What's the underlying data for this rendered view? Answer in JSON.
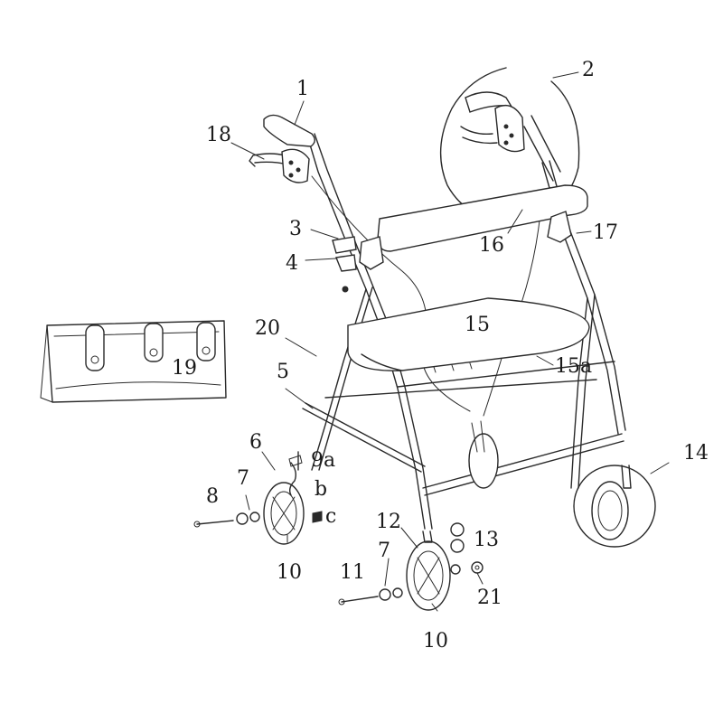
{
  "callouts": {
    "c1": "1",
    "c2": "2",
    "c3": "3",
    "c4": "4",
    "c5": "5",
    "c6": "6",
    "c7a": "7",
    "c7b": "7",
    "c8": "8",
    "c9a": "9a",
    "c9b": "b",
    "c9c": "c",
    "c10a": "10",
    "c10b": "10",
    "c11": "11",
    "c12": "12",
    "c13": "13",
    "c14": "14",
    "c15": "15",
    "c15a": "15a",
    "c16": "16",
    "c17": "17",
    "c18": "18",
    "c19": "19",
    "c20": "20",
    "c21": "21"
  },
  "colors": {
    "line": "#2a2a2a",
    "background": "#ffffff"
  }
}
